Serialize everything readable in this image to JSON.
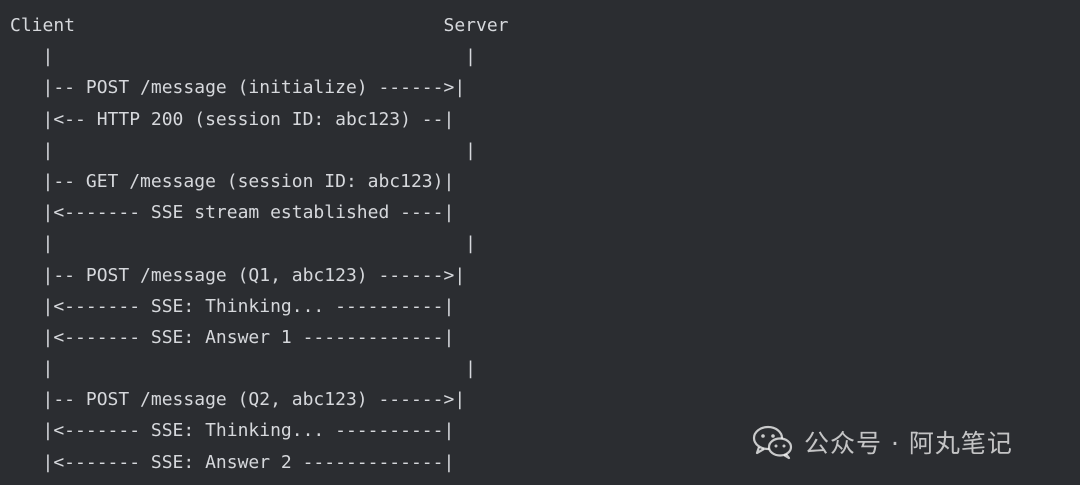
{
  "diagram": {
    "lines": [
      "Client                                  Server",
      "   |                                      |",
      "   |-- POST /message (initialize) ------>|",
      "   |<-- HTTP 200 (session ID: abc123) --|",
      "   |                                      |",
      "   |-- GET /message (session ID: abc123)|",
      "   |<------- SSE stream established ----|",
      "   |                                      |",
      "   |-- POST /message (Q1, abc123) ------>|",
      "   |<------- SSE: Thinking... ----------|",
      "   |<------- SSE: Answer 1 -------------|",
      "   |                                      |",
      "   |-- POST /message (Q2, abc123) ------>|",
      "   |<------- SSE: Thinking... ----------|",
      "   |<------- SSE: Answer 2 -------------|"
    ]
  },
  "watermark": {
    "text": "公众号 · 阿丸笔记",
    "icon": "wechat-icon"
  }
}
